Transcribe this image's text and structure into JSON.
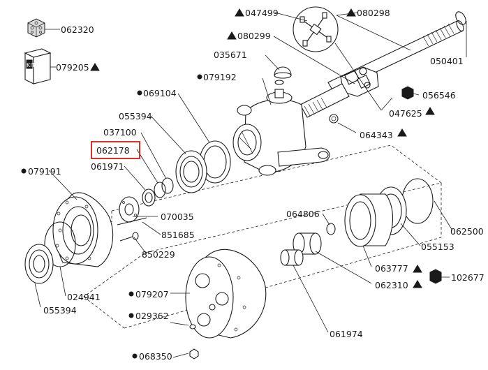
{
  "diagram": {
    "labels": {
      "l062320": "062320",
      "l079205": "079205",
      "l047499": "047499",
      "l080298": "080298",
      "l080299": "080299",
      "l050401": "050401",
      "l035671": "035671",
      "l079192": "079192",
      "l069104": "069104",
      "l056546": "056546",
      "l055394a": "055394",
      "l047625": "047625",
      "l037100": "037100",
      "l064343": "064343",
      "l062178": "062178",
      "l061971": "061971",
      "l079191": "079191",
      "l070035": "070035",
      "l851685": "851685",
      "l850229": "850229",
      "l064806": "064806",
      "l062500": "062500",
      "l055153": "055153",
      "l063777": "063777",
      "l102677": "102677",
      "l062310": "062310",
      "l079207": "079207",
      "l029362": "029362",
      "l024941": "024941",
      "l055394b": "055394",
      "l061974": "061974",
      "l068350": "068350"
    },
    "kit_text": "KIT",
    "highlight_color": "#d9302a"
  }
}
